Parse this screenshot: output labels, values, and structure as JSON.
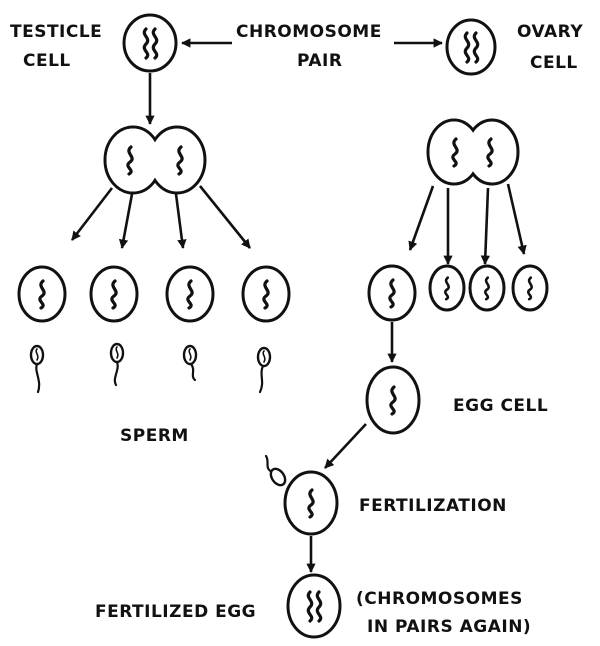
{
  "labels": {
    "testicle_line1": "TESTICLE",
    "testicle_line2": "CELL",
    "chromosome_line1": "CHROMOSOME",
    "chromosome_line2": "PAIR",
    "ovary_line1": "OVARY",
    "ovary_line2": "CELL",
    "sperm": "SPERM",
    "egg_cell": "EGG CELL",
    "fertilization": "FERTILIZATION",
    "fertilized_egg": "FERTILIZED EGG",
    "note_line1": "(CHROMOSOMES",
    "note_line2": "IN PAIRS AGAIN)"
  },
  "colors": {
    "ink": "#111111",
    "paper": "#ffffff"
  }
}
